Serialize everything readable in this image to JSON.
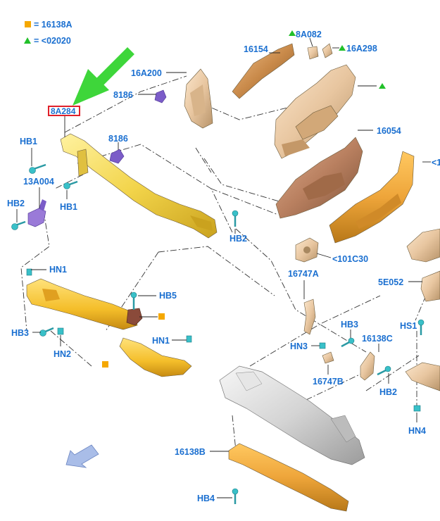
{
  "legend": {
    "square_label": "= 16138A",
    "triangle_label": "= <02020"
  },
  "colors": {
    "label_blue": "#1a6fd0",
    "legend_square": "#f5a800",
    "legend_triangle": "#22c02a",
    "pointer_arrow": "#3ed63a",
    "highlight_box": "#e0202a",
    "yellow_part": "#f2d44a",
    "bronze_part": "#c98a4a",
    "tan_part": "#e8c6a0",
    "gray_part": "#d8d8d8",
    "fastener_cyan": "#39c0c8",
    "bracket_purple": "#7b5cc8"
  },
  "callouts": {
    "part_8a284": "8A284",
    "part_8a082": "8A082",
    "part_16a298": "16A298",
    "part_16154": "16154",
    "part_16a200": "16A200",
    "part_8186_top": "8186",
    "part_8186_mid": "8186",
    "part_hb1_top": "HB1",
    "part_hb1_mid": "HB1",
    "part_13a004": "13A004",
    "part_hb2_left": "HB2",
    "part_hb2_mid": "HB2",
    "part_16054": "16054",
    "part_101c30": "<101C30",
    "part_hn1_left": "HN1",
    "part_hb5": "HB5",
    "part_16747a": "16747A",
    "part_5e052": "5E052",
    "part_hb3_left": "HB3",
    "part_hn2": "HN2",
    "part_hn1_mid": "HN1",
    "part_hb3_right": "HB3",
    "part_hn3": "HN3",
    "part_16138c": "16138C",
    "part_hs1": "HS1",
    "part_16747b": "16747B",
    "part_hb2_right": "HB2",
    "part_hn4": "HN4",
    "part_16138b": "16138B",
    "part_hb4": "HB4",
    "part_edge_right": "<1"
  }
}
